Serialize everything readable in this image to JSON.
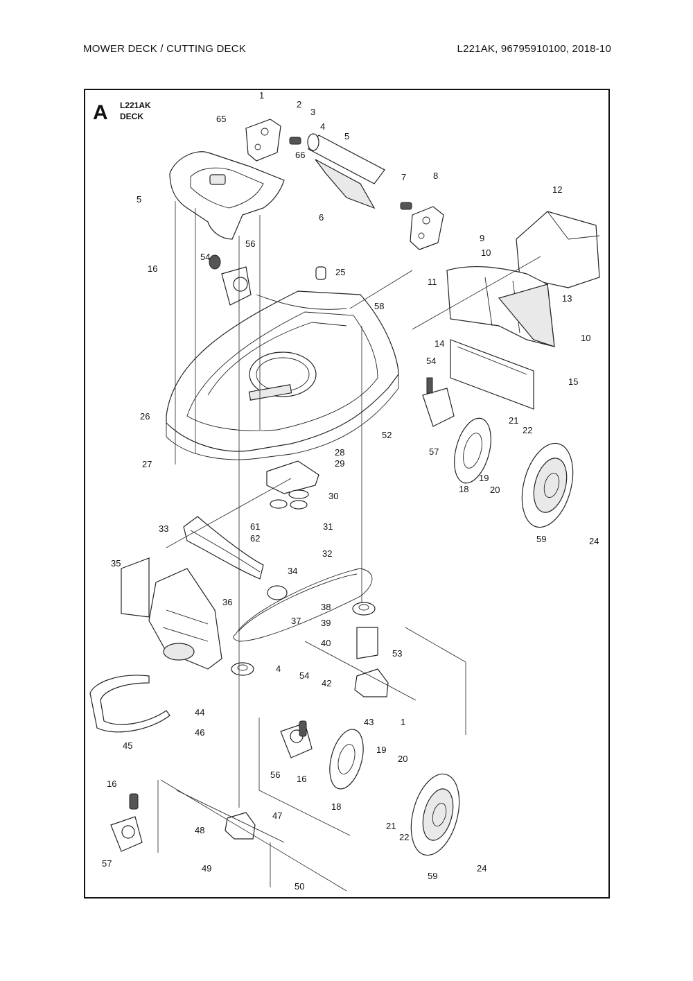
{
  "header": {
    "left": "MOWER DECK / CUTTING DECK",
    "right": "L221AK, 96795910100, 2018-10"
  },
  "diagram": {
    "section_letter": "A",
    "model": "L221AK",
    "assembly": "DECK",
    "callouts": [
      "1",
      "2",
      "3",
      "4",
      "5",
      "5",
      "6",
      "7",
      "8",
      "9",
      "10",
      "10",
      "11",
      "12",
      "13",
      "14",
      "15",
      "16",
      "16",
      "16",
      "18",
      "18",
      "19",
      "19",
      "20",
      "20",
      "21",
      "21",
      "22",
      "22",
      "24",
      "24",
      "25",
      "26",
      "27",
      "28",
      "29",
      "30",
      "31",
      "32",
      "33",
      "34",
      "35",
      "36",
      "37",
      "38",
      "39",
      "40",
      "4",
      "42",
      "43",
      "44",
      "45",
      "46",
      "47",
      "48",
      "49",
      "50",
      "52",
      "53",
      "54",
      "54",
      "54",
      "56",
      "56",
      "57",
      "57",
      "58",
      "59",
      "59",
      "61",
      "62",
      "65",
      "66",
      "1"
    ]
  }
}
